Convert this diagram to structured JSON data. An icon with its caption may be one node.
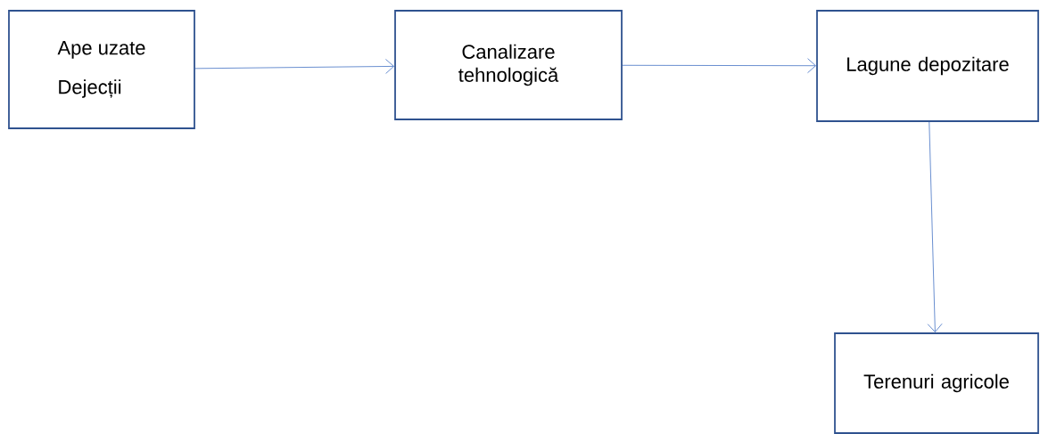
{
  "diagram": {
    "nodes": [
      {
        "text": [
          "Ape uzate",
          "Dejecții"
        ]
      },
      {
        "text": [
          "Canalizare tehnologică"
        ]
      },
      {
        "text": [
          "Lagune depozitare"
        ]
      },
      {
        "text": [
          "Terenuri agricole"
        ]
      }
    ],
    "edges": [
      {
        "from": 0,
        "to": 1,
        "arrow": "to"
      },
      {
        "from": 1,
        "to": 2,
        "arrow": "to"
      },
      {
        "from": 2,
        "to": 3,
        "arrow": "to"
      }
    ]
  }
}
